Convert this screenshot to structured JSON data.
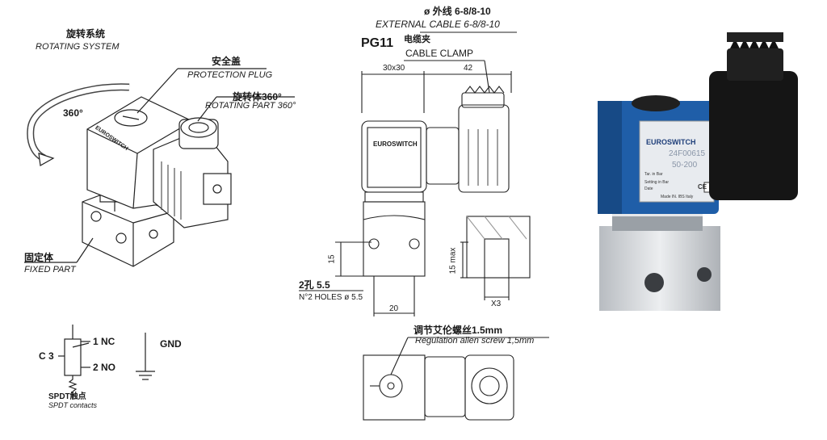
{
  "left_figure": {
    "rotating_system_zh": "旋转系统",
    "rotating_system_en": "ROTATING SYSTEM",
    "angle_label": "360°",
    "protection_plug_zh": "安全盖",
    "protection_plug_en": "PROTECTION PLUG",
    "rotating_part_zh": "旋转体360°",
    "rotating_part_en": "ROTATING PART 360°",
    "fixed_part_zh": "固定体",
    "fixed_part_en": "FIXED PART",
    "brand": "EUROSWITCH"
  },
  "schematic": {
    "nc": "1 NC",
    "c": "C 3",
    "no": "2 NO",
    "gnd": "GND",
    "contacts_zh": "SPDT触点",
    "contacts_en": "SPDT contacts"
  },
  "drawing": {
    "cable_zh": "ø 外线 6-8/8-10",
    "cable_en": "EXTERNAL CABLE 6-8/8-10",
    "pg": "PG11",
    "clamp_zh": "电缆夹",
    "clamp_en": "CABLE CLAMP",
    "dim_30x30": "30x30",
    "dim_42": "42",
    "dim_15": "15",
    "dim_15max": "15 max",
    "dim_x3": "X3",
    "holes_zh": "2孔 5.5",
    "holes_en": "N°2 HOLES ø 5.5",
    "dim_20": "20",
    "screw_zh": "调节艾伦螺丝1.5mm",
    "screw_en": "Regulation allen screw 1,5mm",
    "brand": "EUROSWITCH"
  },
  "photo": {
    "brand": "EUROSWITCH",
    "model": "24F00615",
    "range": "50-200",
    "tar": "Tar. in Bar",
    "setting": "Setting in Bar",
    "date": "Date",
    "made": "Made IN. IBS Italy",
    "ce": "CE",
    "colors": {
      "body_blue": "#1f5ea8",
      "connector_black": "#151515",
      "base_metal": "#c9ccd0"
    }
  }
}
